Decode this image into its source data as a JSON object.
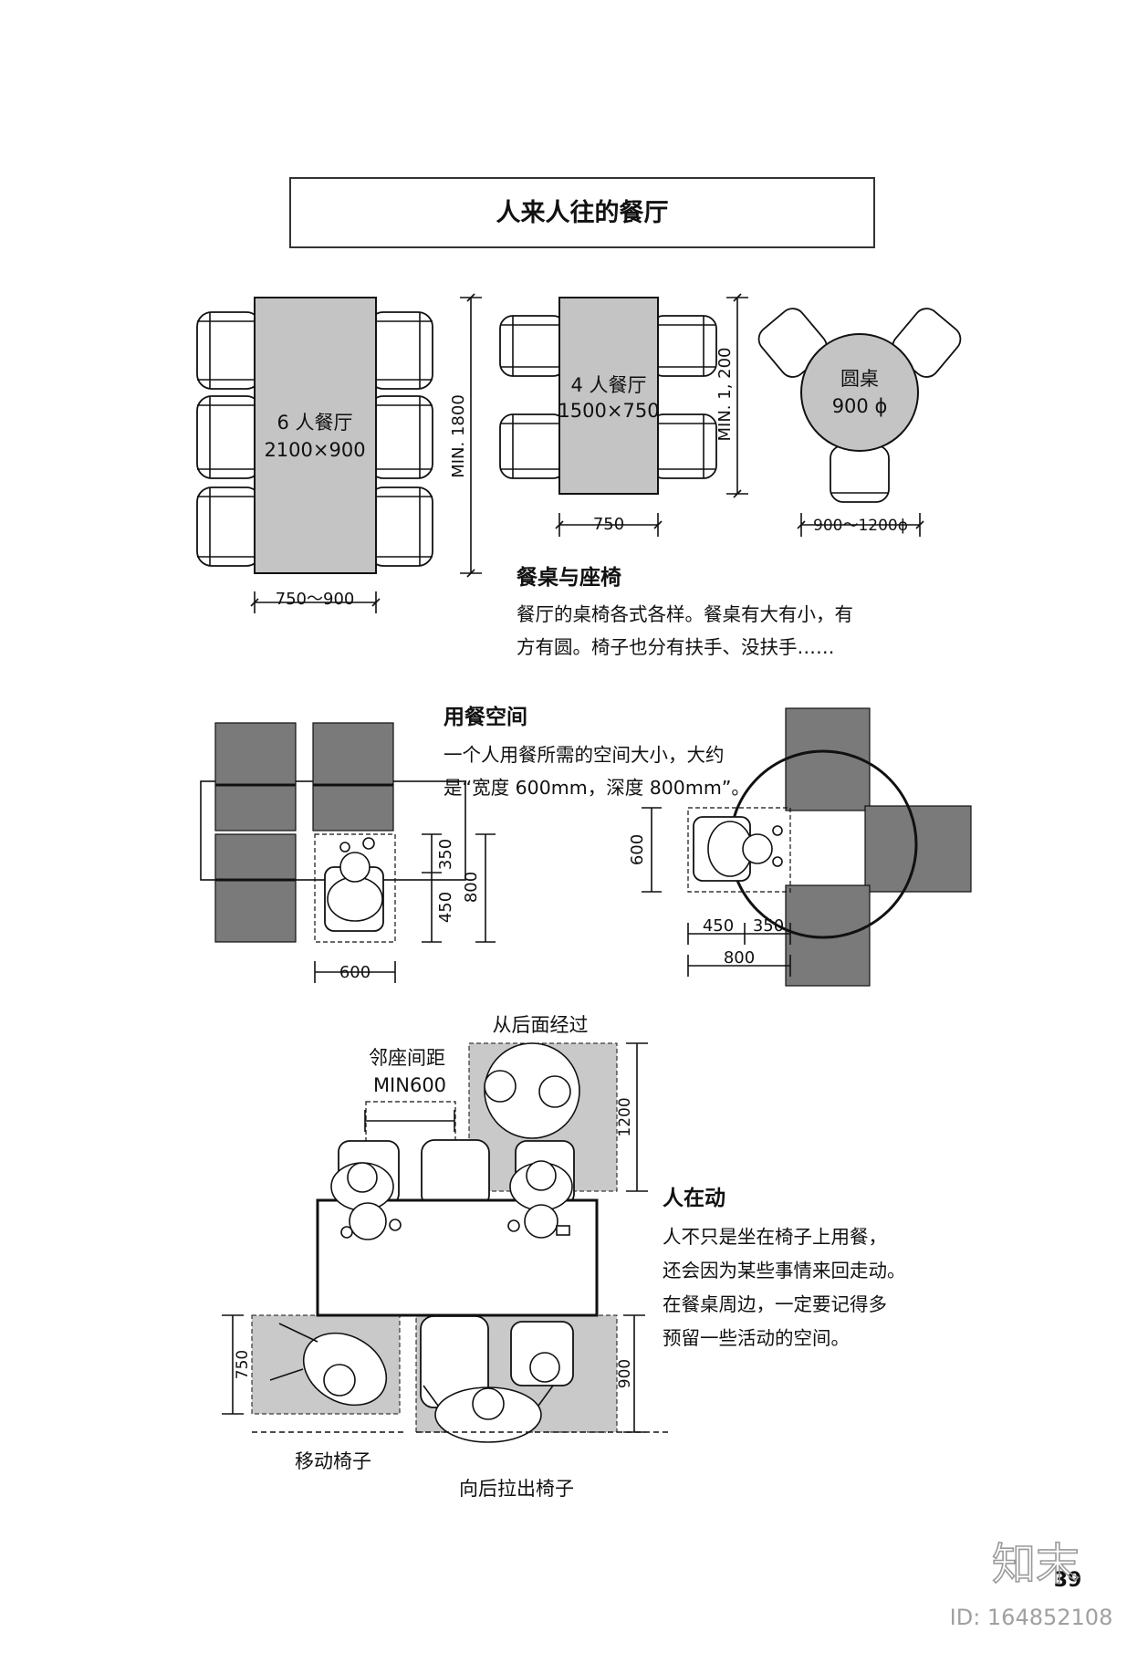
{
  "title": "人来人往的餐厅",
  "tables": {
    "six": {
      "label": "6 人餐厅",
      "size": "2100×900",
      "width_dim": "750～900",
      "length_dim": "MIN. 1800"
    },
    "four": {
      "label": "4 人餐厅",
      "size": "1500×750",
      "width_dim": "750",
      "length_dim": "MIN. 1, 200"
    },
    "round": {
      "label": "圆桌",
      "size": "900 ϕ",
      "dim": "900～1200ϕ"
    }
  },
  "section1": {
    "heading": "餐桌与座椅",
    "lines": [
      "餐厅的桌椅各式各样。餐桌有大有小，有",
      "方有圆。椅子也分有扶手、没扶手……"
    ]
  },
  "section2": {
    "heading": "用餐空间",
    "lines": [
      "一个人用餐所需的空间大小，大约",
      "是“宽度 600mm，深度 800mm”。"
    ],
    "dims": {
      "d350": "350",
      "d450": "450",
      "d800": "800",
      "d600": "600"
    }
  },
  "section3": {
    "heading": "人在动",
    "lines": [
      "人不只是坐在椅子上用餐，",
      "还会因为某些事情来回走动。",
      "在餐桌周边，一定要记得多",
      "预留一些活动的空间。"
    ],
    "labels": {
      "behind": "从后面经过",
      "neighbor": "邻座间距",
      "neighbor_min": "MIN600",
      "move": "移动椅子",
      "pull": "向后拉出椅子",
      "d1200": "1200",
      "d750": "750",
      "d900": "900"
    }
  },
  "page_number": "39",
  "watermark": "知末",
  "watermark_id": "ID: 164852108"
}
